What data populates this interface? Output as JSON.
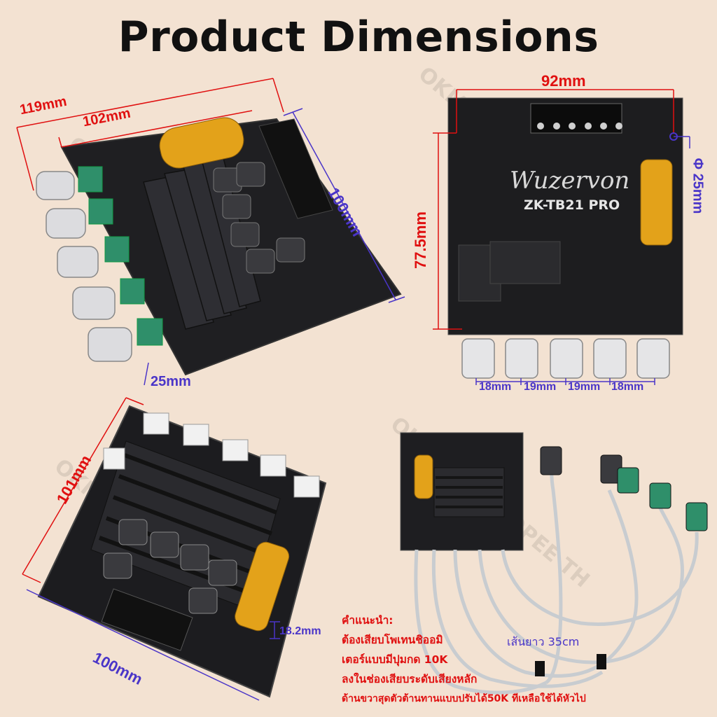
{
  "title": "Product Dimensions",
  "dims": {
    "d119": "119mm",
    "d102": "102mm",
    "d100a": "100mm",
    "d25a": "25mm",
    "d92": "92mm",
    "d25b": "Φ 25mm",
    "d77": "77.5mm",
    "k1": "18mm",
    "k2": "19mm",
    "k3": "19mm",
    "k4": "18mm",
    "d101": "101mm",
    "d100b": "100mm",
    "d18": "18.2mm"
  },
  "board": {
    "brand": "Wuzervon",
    "model": "ZK-TB21 PRO"
  },
  "cable": {
    "length": "เส้นยาว 35cm"
  },
  "note": {
    "l1": "คำแนะนำ:",
    "l2": "ต้องเสียบโพเทนชิออมิ",
    "l3": "เตอร์แบบมีปุมกด 10K",
    "l4": "ลงในช่องเสียบระดับเสียงหลัก",
    "l5": "ด้านขวาสุดตัวต้านทานแบบปรับได้50K ทีเหลือใช้ได้หัวไป"
  },
  "watermark": "OKMUSIC SHOPEE TH",
  "colors": {
    "background": "#f3e2d2",
    "dimension_red": "#e01010",
    "dimension_blue": "#4a35c8",
    "pcb": "#1d1d1f",
    "heatsink": "#2b2b2e",
    "capacitor": "#e3a21a",
    "knob": "#d9d9dc",
    "pot_green": "#2f8f6a"
  }
}
